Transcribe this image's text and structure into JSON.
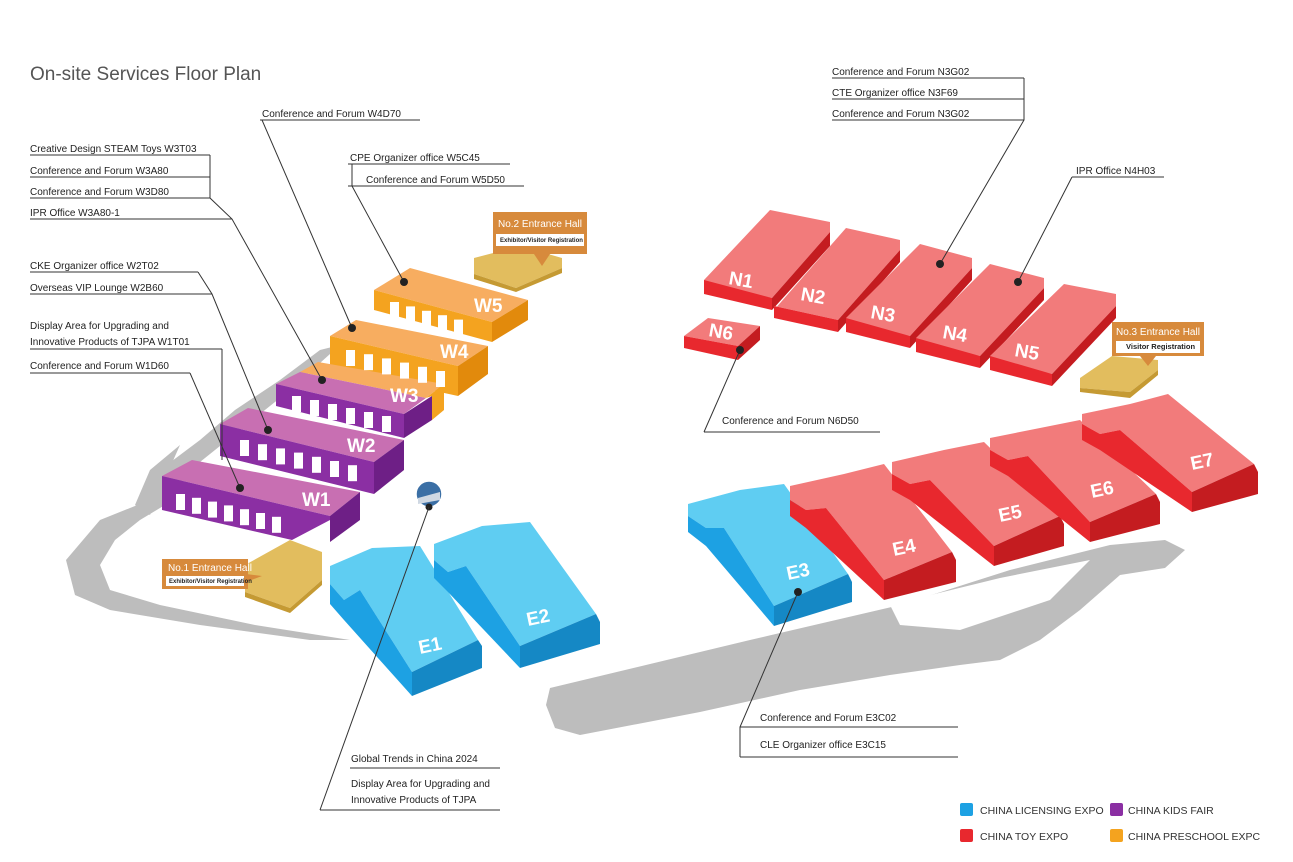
{
  "page": {
    "title": "On-site Services Floor Plan"
  },
  "colors": {
    "licensing": "#3ec4ef",
    "kids": "#8b2fa3",
    "toy": "#e8282e",
    "preschool": "#f4a31f",
    "entrance": "#e2bd5e",
    "road": "#bdbdbd"
  },
  "halls": {
    "W1": "W1",
    "W2": "W2",
    "W3": "W3",
    "W4": "W4",
    "W5": "W5",
    "N1": "N1",
    "N2": "N2",
    "N3": "N3",
    "N4": "N4",
    "N5": "N5",
    "N6": "N6",
    "E1": "E1",
    "E2": "E2",
    "E3": "E3",
    "E4": "E4",
    "E5": "E5",
    "E6": "E6",
    "E7": "E7"
  },
  "entrances": {
    "no1": {
      "title": "No.1 Entrance Hall",
      "sub": "Exhibitor/Visitor Registration"
    },
    "no2": {
      "title": "No.2 Entrance Hall",
      "sub": "Exhibitor/Visitor Registration"
    },
    "no3": {
      "title": "No.3 Entrance Hall",
      "sub": "Visitor Registration"
    }
  },
  "labels": {
    "w4_forum": "Conference and Forum   W4D70",
    "w3_steam": "Creative Design STEAM Toys  W3T03",
    "w3_forum_a": "Conference and Forum   W3A80",
    "w3_forum_d": "Conference and Forum   W3D80",
    "w3_ipr": "IPR Office  W3A80-1",
    "w2_cke": "CKE Organizer office  W2T02",
    "w2_vip": "Overseas VIP Lounge  W2B60",
    "w1_display_1": "Display Area for Upgrading and",
    "w1_display_2": "Innovative Products of TJPA  W1T01",
    "w1_forum": "Conference and Forum   W1D60",
    "w5_cpe": "CPE Organizer office  W5C45",
    "w5_forum": "Conference and Forum   W5D50",
    "n3_forum_1": "Conference and Forum  N3G02",
    "n3_cte": "CTE Organizer office   N3F69",
    "n3_forum_2": "Conference and Forum    N3G02",
    "n4_ipr": "IPR Office   N4H03",
    "n6_forum": "Conference and Forum   N6D50",
    "e3_forum": "Conference and Forum   E3C02",
    "e3_cle": "CLE Organizer office  E3C15",
    "global": "Global Trends in China 2024",
    "display_1": "Display Area for Upgrading and",
    "display_2": "Innovative Products of TJPA"
  },
  "legend": [
    {
      "name": "CHINA LICENSING EXPO",
      "color": "#1da1e3"
    },
    {
      "name": "CHINA KIDS FAIR",
      "color": "#8b2fa3"
    },
    {
      "name": "CHINA TOY EXPO",
      "color": "#e8282e"
    },
    {
      "name": "CHINA PRESCHOOL EXPC",
      "color": "#f4a31f"
    }
  ]
}
